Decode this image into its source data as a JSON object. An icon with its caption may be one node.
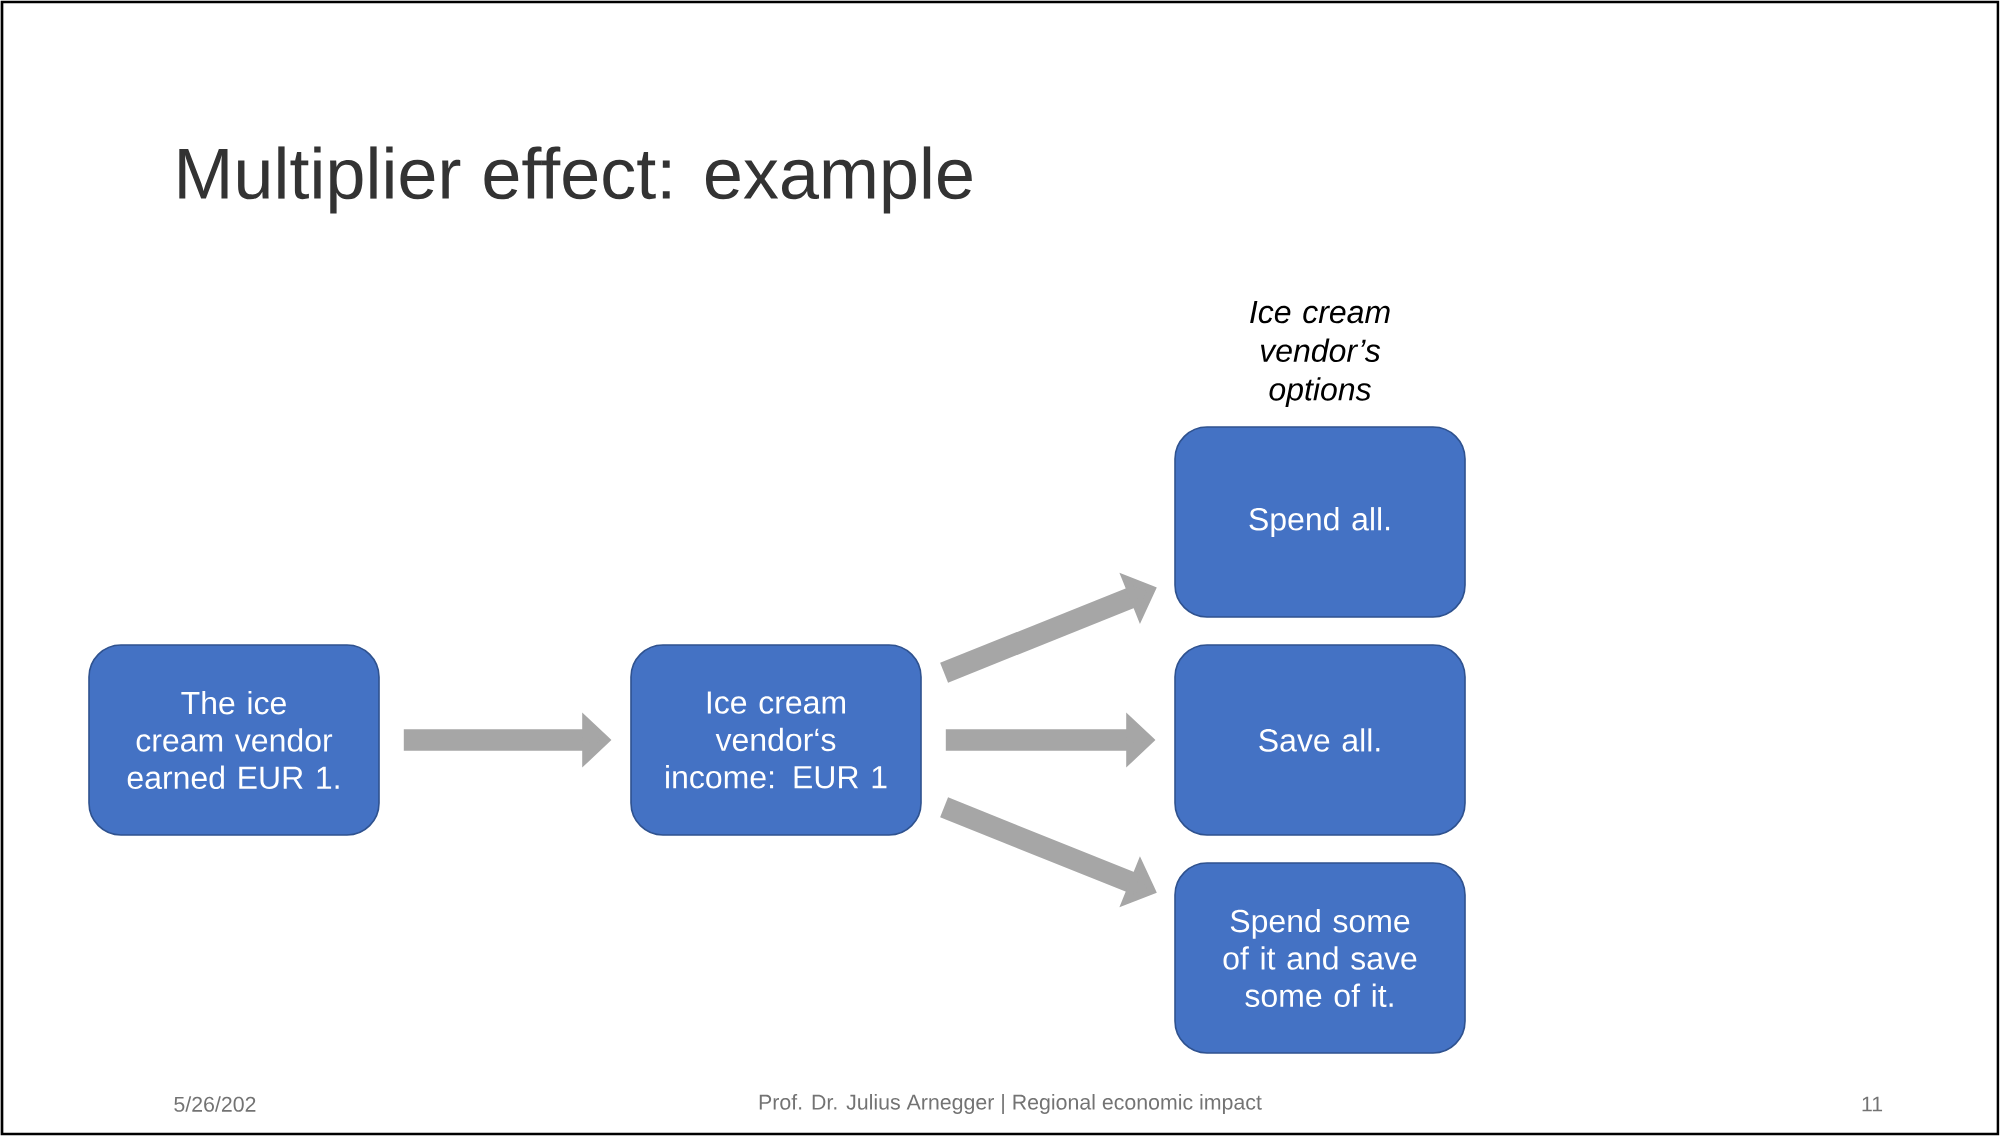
{
  "diagram": {
    "title": "Multiplier effect: example",
    "nodes": [
      {
        "text": [
          "The ice cream vendor earned EUR 1."
        ]
      },
      {
        "text": [
          "Ice cream vendor‘s income: EUR 1"
        ]
      },
      {
        "text": [
          "Spend all."
        ]
      },
      {
        "text": [
          "Save all."
        ]
      },
      {
        "text": [
          "Spend some of it and save some of it."
        ]
      }
    ],
    "edges": [
      {
        "from": 0,
        "to": 1,
        "arrow": "to"
      },
      {
        "from": 1,
        "to": 2,
        "arrow": "to"
      },
      {
        "from": 1,
        "to": 3,
        "arrow": "to"
      },
      {
        "from": 1,
        "to": 4,
        "arrow": "to"
      }
    ],
    "labels": [
      "Ice cream vendor’s options",
      "5/26/202",
      "Prof. Dr. Julius Arnegger | Regional economic impact",
      "11"
    ]
  }
}
